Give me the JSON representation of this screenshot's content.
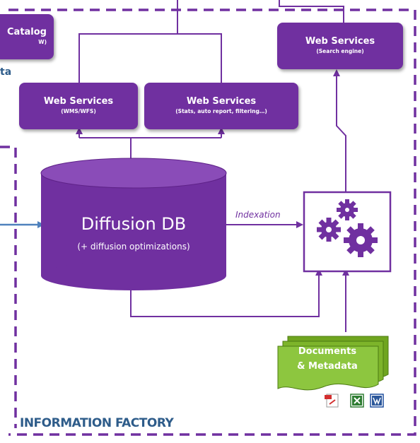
{
  "catalog_box": {
    "title": "Catalog",
    "subtitle": "W)"
  },
  "partial_label": "ta",
  "web_services_wms": {
    "title": "Web Services",
    "subtitle": "(WMS/WFS)"
  },
  "web_services_stats": {
    "title": "Web Services",
    "subtitle": "(Stats, auto report, filtering…)"
  },
  "web_services_search": {
    "title": "Web Services",
    "subtitle": "(Search engine)"
  },
  "database": {
    "title": "Diffusion DB",
    "subtitle": "(+ diffusion optimizations)"
  },
  "indexation_label": "Indexation",
  "documents": {
    "line1": "Documents",
    "line2": "& Metadata"
  },
  "file_icons": [
    "pdf-icon",
    "excel-icon",
    "word-icon"
  ],
  "factory_label": "INFORMATION FACTORY",
  "colors": {
    "purple": "#7030A0",
    "green": "#8DC63F",
    "blue_arrow": "#4F81BD",
    "label_blue": "#2E5C8A"
  }
}
